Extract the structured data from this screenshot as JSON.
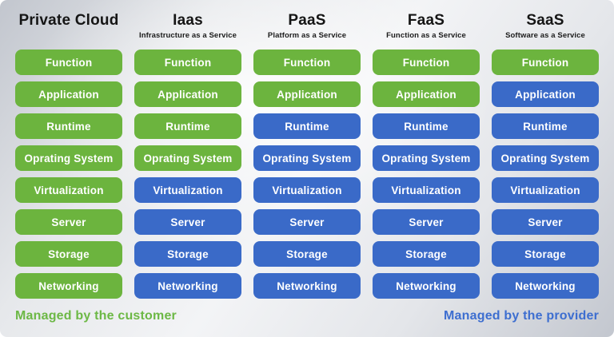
{
  "colors": {
    "customer": "#6cb43e",
    "provider": "#3a6ac8",
    "footer_customer": "#6cb845",
    "footer_provider": "#3d6ed0",
    "heading_text": "#151515",
    "box_text": "#ffffff"
  },
  "legend": {
    "customer_label": "Managed by the customer",
    "provider_label": "Managed by the provider"
  },
  "columns": [
    {
      "title": "Private Cloud",
      "subtitle": "",
      "layers": [
        {
          "label": "Function",
          "managed_by": "customer"
        },
        {
          "label": "Application",
          "managed_by": "customer"
        },
        {
          "label": "Runtime",
          "managed_by": "customer"
        },
        {
          "label": "Oprating System",
          "managed_by": "customer"
        },
        {
          "label": "Virtualization",
          "managed_by": "customer"
        },
        {
          "label": "Server",
          "managed_by": "customer"
        },
        {
          "label": "Storage",
          "managed_by": "customer"
        },
        {
          "label": "Networking",
          "managed_by": "customer"
        }
      ]
    },
    {
      "title": "Iaas",
      "subtitle": "Infrastructure as a Service",
      "layers": [
        {
          "label": "Function",
          "managed_by": "customer"
        },
        {
          "label": "Application",
          "managed_by": "customer"
        },
        {
          "label": "Runtime",
          "managed_by": "customer"
        },
        {
          "label": "Oprating System",
          "managed_by": "customer"
        },
        {
          "label": "Virtualization",
          "managed_by": "provider"
        },
        {
          "label": "Server",
          "managed_by": "provider"
        },
        {
          "label": "Storage",
          "managed_by": "provider"
        },
        {
          "label": "Networking",
          "managed_by": "provider"
        }
      ]
    },
    {
      "title": "PaaS",
      "subtitle": "Platform as a Service",
      "layers": [
        {
          "label": "Function",
          "managed_by": "customer"
        },
        {
          "label": "Application",
          "managed_by": "customer"
        },
        {
          "label": "Runtime",
          "managed_by": "provider"
        },
        {
          "label": "Oprating System",
          "managed_by": "provider"
        },
        {
          "label": "Virtualization",
          "managed_by": "provider"
        },
        {
          "label": "Server",
          "managed_by": "provider"
        },
        {
          "label": "Storage",
          "managed_by": "provider"
        },
        {
          "label": "Networking",
          "managed_by": "provider"
        }
      ]
    },
    {
      "title": "FaaS",
      "subtitle": "Function as a Service",
      "layers": [
        {
          "label": "Function",
          "managed_by": "customer"
        },
        {
          "label": "Application",
          "managed_by": "customer"
        },
        {
          "label": "Runtime",
          "managed_by": "provider"
        },
        {
          "label": "Oprating System",
          "managed_by": "provider"
        },
        {
          "label": "Virtualization",
          "managed_by": "provider"
        },
        {
          "label": "Server",
          "managed_by": "provider"
        },
        {
          "label": "Storage",
          "managed_by": "provider"
        },
        {
          "label": "Networking",
          "managed_by": "provider"
        }
      ]
    },
    {
      "title": "SaaS",
      "subtitle": "Software as a Service",
      "layers": [
        {
          "label": "Function",
          "managed_by": "customer"
        },
        {
          "label": "Application",
          "managed_by": "provider"
        },
        {
          "label": "Runtime",
          "managed_by": "provider"
        },
        {
          "label": "Oprating System",
          "managed_by": "provider"
        },
        {
          "label": "Virtualization",
          "managed_by": "provider"
        },
        {
          "label": "Server",
          "managed_by": "provider"
        },
        {
          "label": "Storage",
          "managed_by": "provider"
        },
        {
          "label": "Networking",
          "managed_by": "provider"
        }
      ]
    }
  ]
}
